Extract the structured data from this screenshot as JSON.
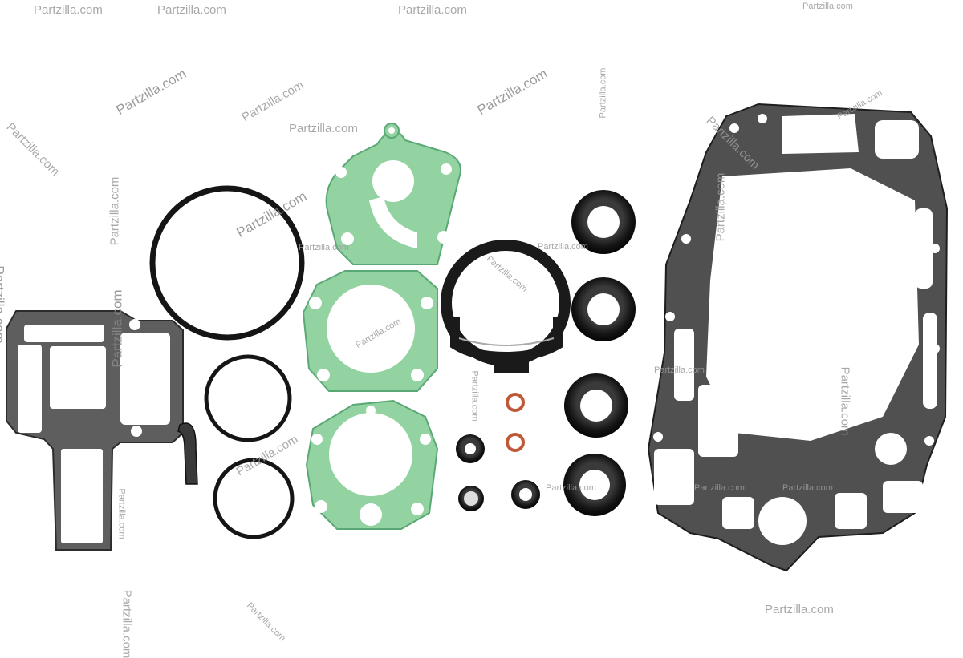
{
  "watermark": {
    "text": "Partzilla.com"
  },
  "parts": [
    {
      "name": "rectangular-gasket-left",
      "color": "#5a5a5a"
    },
    {
      "name": "large-o-ring",
      "color": "#1a1a1a"
    },
    {
      "name": "medium-o-ring-upper",
      "color": "#1a1a1a"
    },
    {
      "name": "medium-o-ring-lower",
      "color": "#1a1a1a"
    },
    {
      "name": "curved-rubber-strip",
      "color": "#3a3a3a"
    },
    {
      "name": "green-gasket-top",
      "color": "#8fd19e"
    },
    {
      "name": "green-gasket-middle",
      "color": "#8fd19e"
    },
    {
      "name": "green-gasket-bottom",
      "color": "#8fd19e"
    },
    {
      "name": "rubber-seal-housing",
      "color": "#1c1c1c"
    },
    {
      "name": "oil-seal",
      "color": "#151515"
    },
    {
      "name": "copper-washer",
      "color": "#c0583a"
    },
    {
      "name": "lower-case-gasket",
      "color": "#4a4a4a"
    }
  ]
}
